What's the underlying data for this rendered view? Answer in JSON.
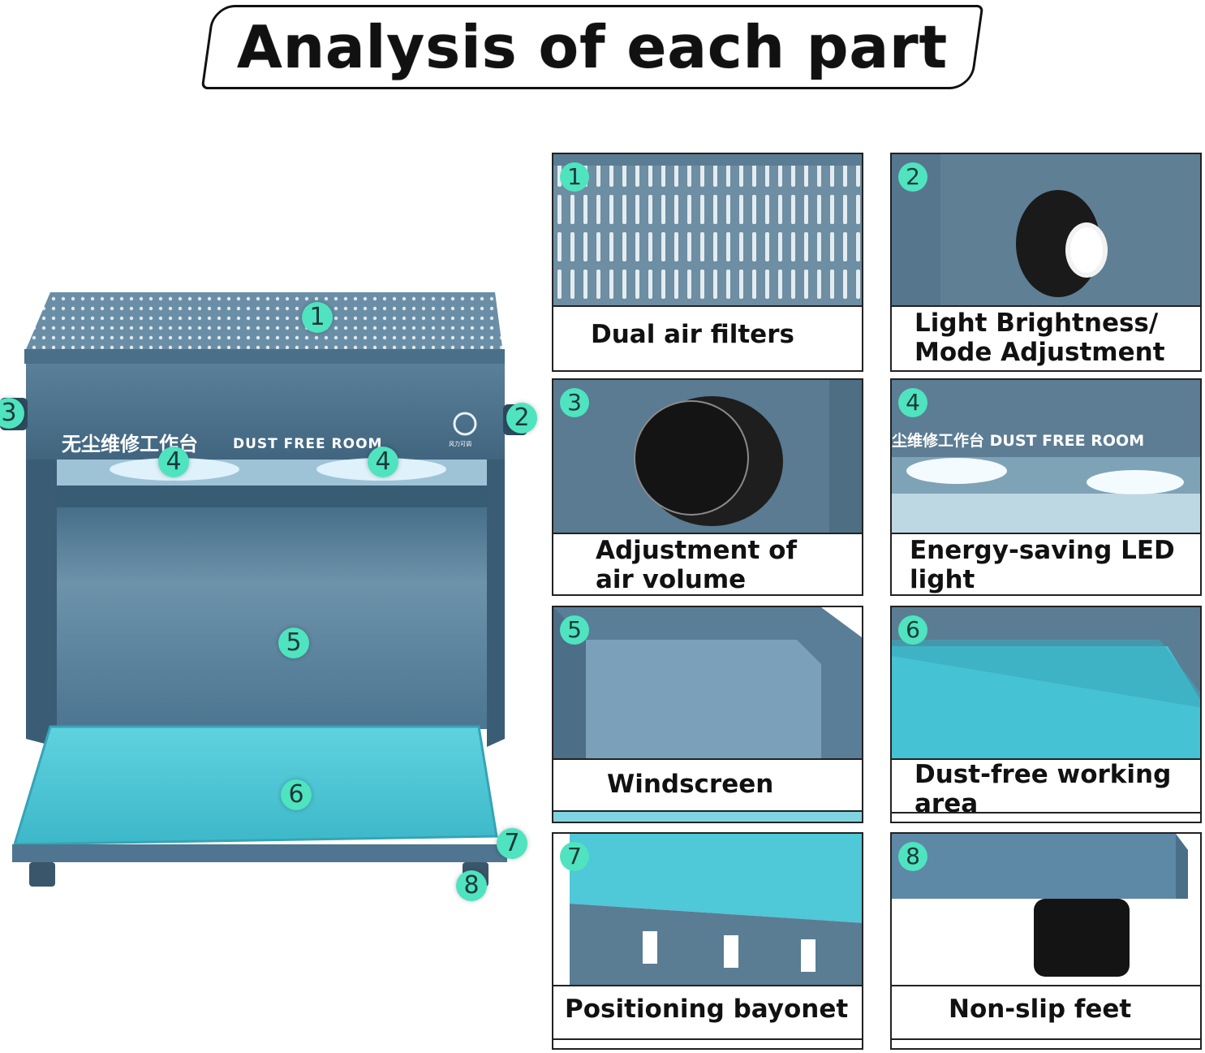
{
  "title": "Analysis of each part",
  "product": {
    "brand_cn": "无尘维修工作台",
    "brand_en": "DUST FREE ROOM",
    "logo_label": "风力可调",
    "markers": [
      "1",
      "2",
      "3",
      "4",
      "4",
      "5",
      "6",
      "7",
      "8"
    ]
  },
  "panels": [
    {
      "number": "1",
      "caption_lines": [
        "Dual air filters"
      ]
    },
    {
      "number": "2",
      "caption_lines": [
        "Light Brightness/",
        "Mode Adjustment"
      ]
    },
    {
      "number": "3",
      "caption_lines": [
        "Adjustment of",
        "air volume"
      ]
    },
    {
      "number": "4",
      "caption_lines": [
        "Energy-saving LED",
        "light"
      ],
      "photo_text": "尘维修工作台 DUST FREE ROOM"
    },
    {
      "number": "5",
      "caption_lines": [
        "Windscreen"
      ]
    },
    {
      "number": "6",
      "caption_lines": [
        "Dust-free working",
        "area"
      ]
    },
    {
      "number": "7",
      "caption_lines": [
        "Positioning bayonet"
      ]
    },
    {
      "number": "8",
      "caption_lines": [
        "Non-slip feet"
      ]
    }
  ],
  "colors": {
    "cabinet": "#4f7590",
    "cabinet_dark": "#3b5e78",
    "mat": "#49c6d6",
    "badge": "#4fe3c0"
  }
}
